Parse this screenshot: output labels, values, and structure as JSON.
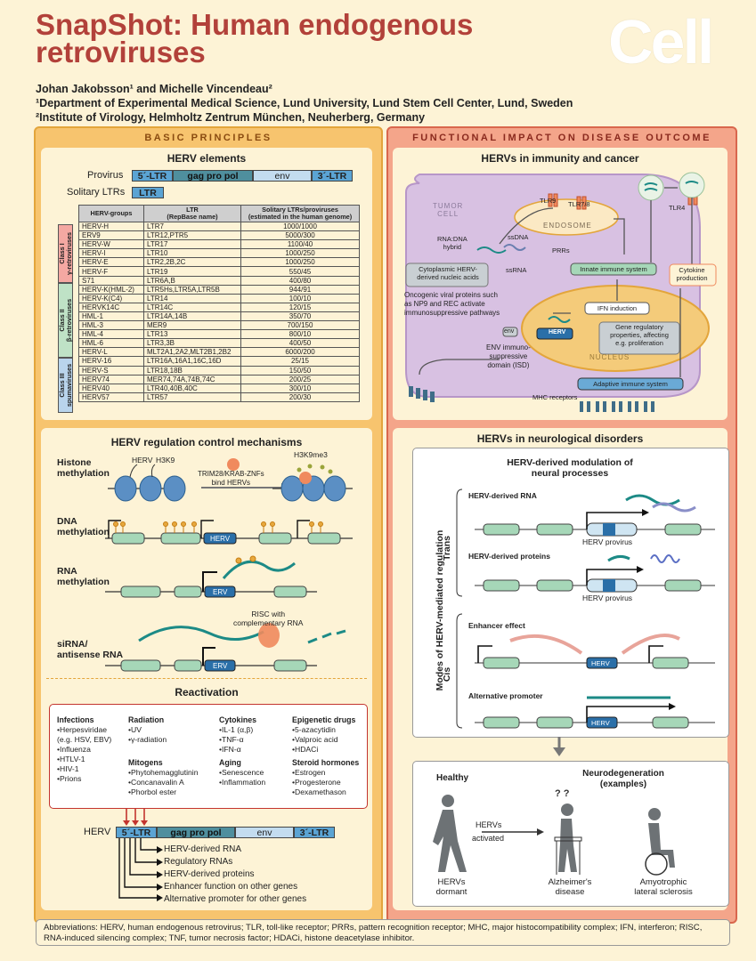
{
  "header": {
    "title": "SnapShot: Human endogenous retroviruses",
    "logo": "Cell",
    "authors": "Johan Jakobsson¹ and Michelle Vincendeau²",
    "affiliation1": "¹Department of Experimental Medical Science, Lund University, Lund Stem Cell Center, Lund, Sweden",
    "affiliation2": "²Institute of Virology, Helmholtz Zentrum München, Neuherberg, Germany"
  },
  "left": {
    "heading": "BASIC PRINCIPLES",
    "elements": {
      "title": "HERV elements",
      "provirus_label": "Provirus",
      "solitary_label": "Solitary LTRs",
      "ltr5": "5´-LTR",
      "gag": "gag",
      "pro": "pro",
      "pol": "pol",
      "env": "env",
      "ltr3": "3´-LTR",
      "ltr": "LTR"
    },
    "table": {
      "headers": [
        "HERV-groups",
        "LTR\n(RepBase name)",
        "Solitary LTRs/proviruses\n(estimated in the human genome)"
      ],
      "class_labels": [
        "Class I\nγ-retroviruses",
        "Class II\nβ-retroviruses",
        "Class III\nspumaviruses"
      ],
      "rows": [
        [
          "HERV-H",
          "LTR7",
          "1000/1000"
        ],
        [
          "ERV9",
          "LTR12,PTR5",
          "5000/300"
        ],
        [
          "HERV-W",
          "LTR17",
          "1100/40"
        ],
        [
          "HERV-I",
          "LTR10",
          "1000/250"
        ],
        [
          "HERV-E",
          "LTR2,2B,2C",
          "1000/250"
        ],
        [
          "HERV-F",
          "LTR19",
          "550/45"
        ],
        [
          "S71",
          "LTR6A,B",
          "400/80"
        ],
        [
          "HERV-K(HML-2)",
          "LTR5Hs,LTR5A,LTR5B",
          "944/91"
        ],
        [
          "HERV-K(C4)",
          "LTR14",
          "100/10"
        ],
        [
          "HERVK14C",
          "LTR14C",
          "120/15"
        ],
        [
          "HML-1",
          "LTR14A,14B",
          "350/70"
        ],
        [
          "HML-3",
          "MER9",
          "700/150"
        ],
        [
          "HML-4",
          "LTR13",
          "800/10"
        ],
        [
          "HML-6",
          "LTR3,3B",
          "400/50"
        ],
        [
          "HERV-L",
          "MLT2A1,2A2,MLT2B1,2B2",
          "6000/200"
        ],
        [
          "HERV-16",
          "LTR16A,16A1,16C,16D",
          "25/15"
        ],
        [
          "HERV-S",
          "LTR18,18B",
          "150/50"
        ],
        [
          "HERV74",
          "MER74,74A,74B,74C",
          "200/25"
        ],
        [
          "HERV40",
          "LTR40,40B,40C",
          "300/10"
        ],
        [
          "HERV57",
          "LTR57",
          "200/30"
        ]
      ]
    },
    "regulation": {
      "title": "HERV regulation control mechanisms",
      "histone": "Histone\nmethylation",
      "herv": "HERV",
      "h3k9": "H3K9",
      "trim": "TRIM28/KRAB-ZNFs\nbind HERVs",
      "h3k9me3": "H3K9me3",
      "dna": "DNA\nmethylation",
      "rna": "RNA\nmethylation",
      "erv": "ERV",
      "sirna": "siRNA/\nantisense RNA",
      "risc": "RISC with\ncomplementary RNA"
    },
    "reactivation": {
      "title": "Reactivation",
      "infections_title": "Infections",
      "infections": [
        "•Herpesviridae",
        "(e.g. HSV, EBV)",
        "•Influenza",
        "•HTLV-1",
        "•HIV-1",
        "•Prions"
      ],
      "radiation_title": "Radiation",
      "radiation": [
        "•UV",
        "•γ-radiation"
      ],
      "mitogens_title": "Mitogens",
      "mitogens": [
        "•Phytohemagglutinin",
        "•Concanavalin A",
        "•Phorbol ester"
      ],
      "cytokines_title": "Cytokines",
      "cytokines": [
        "•IL-1 (α,β)",
        "•TNF-α",
        "•IFN-α"
      ],
      "aging_title": "Aging",
      "aging": [
        "•Senescence",
        "•Inflammation"
      ],
      "epi_title": "Epigenetic drugs",
      "epi": [
        "•5-azacytidin",
        "•Valproic acid",
        "•HDACi"
      ],
      "steroid_title": "Steroid hormones",
      "steroid": [
        "•Estrogen",
        "•Progesterone",
        "•Dexamethason"
      ],
      "herv": "HERV",
      "outcomes": [
        "HERV-derived RNA",
        "Regulatory RNAs",
        "HERV-derived proteins",
        "Enhancer function on other genes",
        "Alternative promoter for other genes"
      ]
    }
  },
  "right": {
    "heading": "FUNCTIONAL IMPACT ON DISEASE OUTCOME",
    "immunity": {
      "title": "HERVs in immunity and cancer",
      "tumor_cell": "TUMOR\nCELL",
      "endosome": "ENDOSOME",
      "tlr9": "TLR9",
      "tlr78": "TLR7/8",
      "tlr4": "TLR4",
      "rna_dna": "RNA:DNA\nhybrid",
      "ssdna": "ssDNA",
      "prrs": "PRRs",
      "ssrna": "ssRNA",
      "cyto": "Cytoplasmic HERV-\nderived nucleic acids",
      "innate": "Innate immune system",
      "cytokine": "Cytokine\nproduction",
      "oncogenic": "Oncogenic viral proteins such\nas NP9 and REC activate\nimmunosuppressive pathways",
      "ifn": "IFN induction",
      "env": "env",
      "herv": "HERV",
      "gene_reg": "Gene regulatory\nproperties, affecting\ne.g. proliferation",
      "nucleus": "NUCLEUS",
      "env_isd": "ENV immuno-\nsuppressive\ndomain (ISD)",
      "adaptive": "Adaptive immune system",
      "mhc": "MHC receptors"
    },
    "neuro": {
      "title": "HERVs in neurological disorders",
      "sub": "HERV-derived modulation of\nneural processes",
      "modes": "Modes of HERV-mediated regulation",
      "trans": "Trans",
      "cis": "Cis",
      "rna": "HERV-derived RNA",
      "proteins": "HERV-derived proteins",
      "provirus": "HERV provirus",
      "enhancer": "Enhancer effect",
      "alt": "Alternative promoter",
      "herv": "HERV",
      "healthy": "Healthy",
      "neurodeg": "Neurodegeneration\n(examples)",
      "hervs": "HERVs",
      "activated": "activated",
      "dormant": "HERVs\ndormant",
      "alz": "Alzheimer's\ndisease",
      "als": "Amyotrophic\nlateral sclerosis"
    }
  },
  "abbreviations": "Abbreviations: HERV, human endogenous retrovirus; TLR, toll-like receptor; PRRs, pattern recognition receptor; MHC, major histocompatibility complex; IFN, interferon; RISC, RNA-induced silencing complex; TNF, tumor necrosis factor; HDACi, histone deacetylase inhibitor.",
  "colors": {
    "title": "#b2413a",
    "ltr": "#5ba4d4",
    "gene": "#a6d7b8",
    "teal": "#1c8a86",
    "herv": "#2a6fa8"
  }
}
